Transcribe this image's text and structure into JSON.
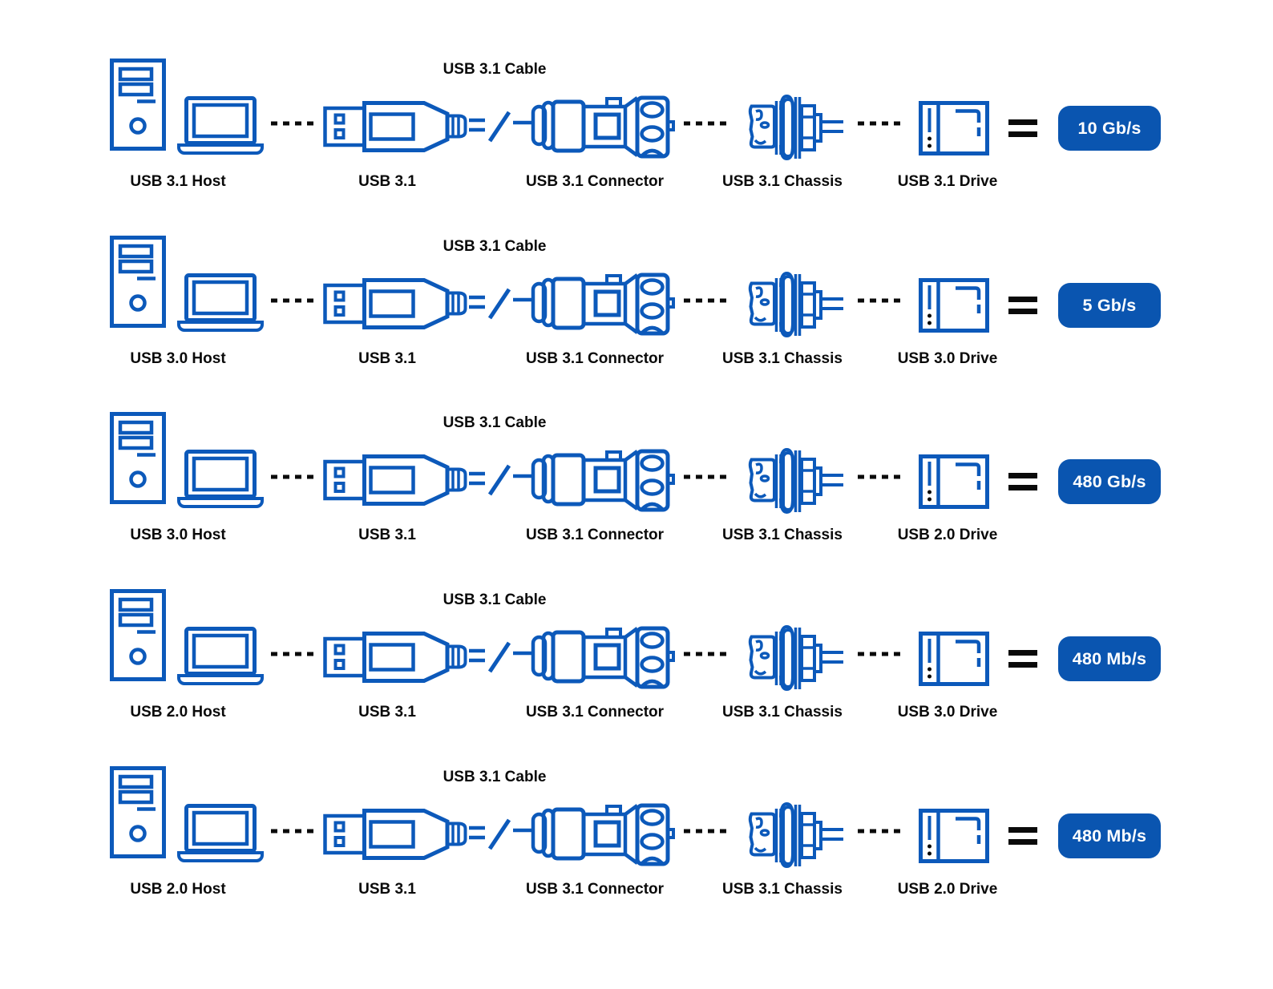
{
  "colors": {
    "icon_blue": "#0c59ba",
    "badge_blue": "#0a55b0",
    "badge_text": "#ffffff",
    "text": "#0a0a0a",
    "background": "#ffffff"
  },
  "icons": {
    "host": "desktop-tower-and-laptop",
    "cable_plug": "usb-type-a-plug",
    "cable_break": "slash-cable-break",
    "connector": "usb-3-1-locking-connector",
    "chassis": "usb-3-1-panel-chassis",
    "drive": "external-drive-enclosure",
    "link": "black-dashed-line",
    "equals": "equals-sign"
  },
  "rows": [
    {
      "cable_label": "USB 3.1 Cable",
      "host_label": "USB 3.1 Host",
      "plug_label": "USB 3.1",
      "connector_label": "USB 3.1 Connector",
      "chassis_label": "USB 3.1 Chassis",
      "drive_label": "USB 3.1 Drive",
      "speed": "10 Gb/s"
    },
    {
      "cable_label": "USB 3.1 Cable",
      "host_label": "USB 3.0 Host",
      "plug_label": "USB 3.1",
      "connector_label": "USB 3.1 Connector",
      "chassis_label": "USB 3.1 Chassis",
      "drive_label": "USB 3.0 Drive",
      "speed": "5 Gb/s"
    },
    {
      "cable_label": "USB 3.1 Cable",
      "host_label": "USB 3.0 Host",
      "plug_label": "USB 3.1",
      "connector_label": "USB 3.1 Connector",
      "chassis_label": "USB 3.1 Chassis",
      "drive_label": "USB 2.0 Drive",
      "speed": "480 Gb/s"
    },
    {
      "cable_label": "USB 3.1 Cable",
      "host_label": "USB 2.0 Host",
      "plug_label": "USB 3.1",
      "connector_label": "USB 3.1 Connector",
      "chassis_label": "USB 3.1 Chassis",
      "drive_label": "USB 3.0 Drive",
      "speed": "480 Mb/s"
    },
    {
      "cable_label": "USB 3.1 Cable",
      "host_label": "USB 2.0 Host",
      "plug_label": "USB 3.1",
      "connector_label": "USB 3.1 Connector",
      "chassis_label": "USB 3.1 Chassis",
      "drive_label": "USB 2.0 Drive",
      "speed": "480 Mb/s"
    }
  ]
}
